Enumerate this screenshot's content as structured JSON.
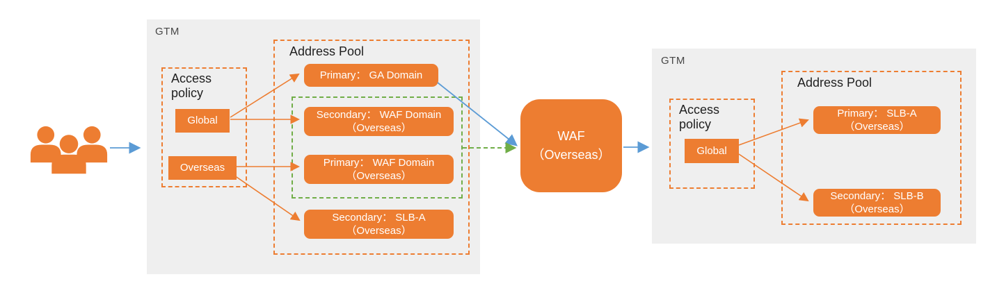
{
  "colors": {
    "orange": "#ED7D31",
    "green": "#70AD47",
    "blue": "#5B9BD5",
    "panel": "#EFEFEF",
    "ink": "#474747",
    "title": "#1F1F1F",
    "white": "#FFFFFF"
  },
  "users": {
    "icon": "users-group"
  },
  "gtm_left": {
    "title": "GTM",
    "access_policy": {
      "title": "Access policy",
      "nodes": [
        {
          "label": "Global"
        },
        {
          "label": "Overseas"
        }
      ]
    },
    "address_pool": {
      "title": "Address Pool",
      "nodes": [
        {
          "label": "Primary： GA Domain",
          "sublabel": ""
        },
        {
          "label": "Secondary： WAF Domain",
          "sublabel": "（Overseas）"
        },
        {
          "label": "Primary： WAF Domain",
          "sublabel": "（Overseas）"
        },
        {
          "label": "Secondary： SLB-A",
          "sublabel": "（Overseas）"
        }
      ]
    }
  },
  "waf": {
    "label": "WAF",
    "sublabel": "（Overseas）"
  },
  "gtm_right": {
    "title": "GTM",
    "access_policy": {
      "title": "Access policy",
      "nodes": [
        {
          "label": "Global"
        }
      ]
    },
    "address_pool": {
      "title": "Address Pool",
      "nodes": [
        {
          "label": "Primary： SLB-A",
          "sublabel": "（Overseas）"
        },
        {
          "label": "Secondary： SLB-B",
          "sublabel": "（Overseas）"
        }
      ]
    }
  }
}
